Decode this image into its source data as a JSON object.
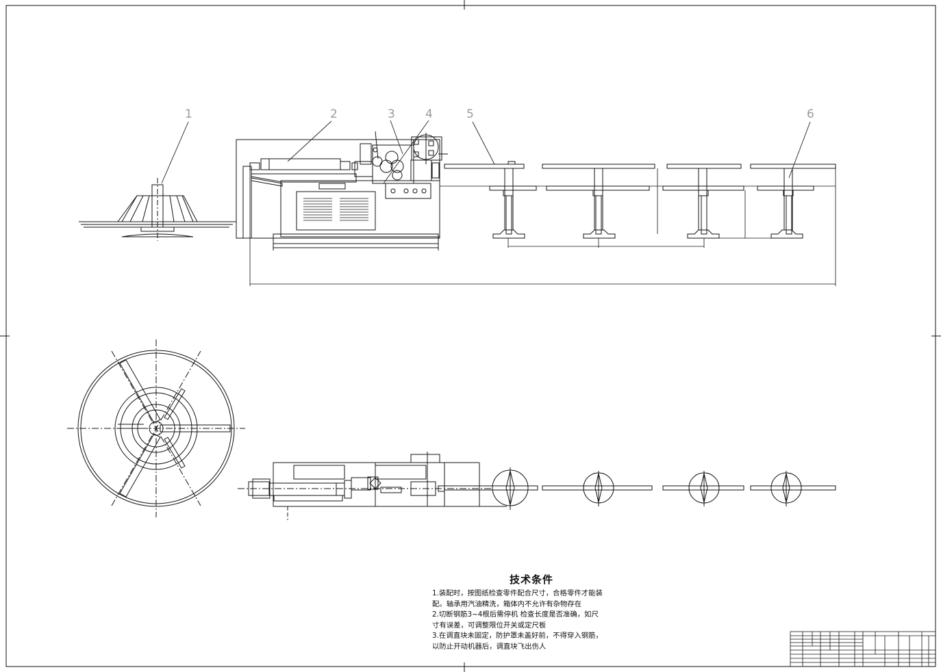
{
  "callouts": [
    {
      "id": "1",
      "text": "1"
    },
    {
      "id": "2",
      "text": "2"
    },
    {
      "id": "3",
      "text": "3"
    },
    {
      "id": "4",
      "text": "4"
    },
    {
      "id": "5",
      "text": "5"
    },
    {
      "id": "6",
      "text": "6"
    }
  ],
  "technical_notes": {
    "title": "技术条件",
    "lines": [
      "1.装配时，按图纸检查零件配合尺寸，合格零件才能装",
      "配。轴承用汽油精洗，箱体内不允许有杂物存在",
      "2.切断钢筋3~4根后需停机  检查长度是否准确，如尺",
      "寸有误差，可调整限位开关或定尺板",
      "3.在调直块未固定，防护罩未盖好前，不得穿入钢筋，",
      "以防止开动机器后，调直块飞出伤人"
    ]
  },
  "colors": {
    "line": "#111111",
    "callout": "#9a9a9a"
  }
}
